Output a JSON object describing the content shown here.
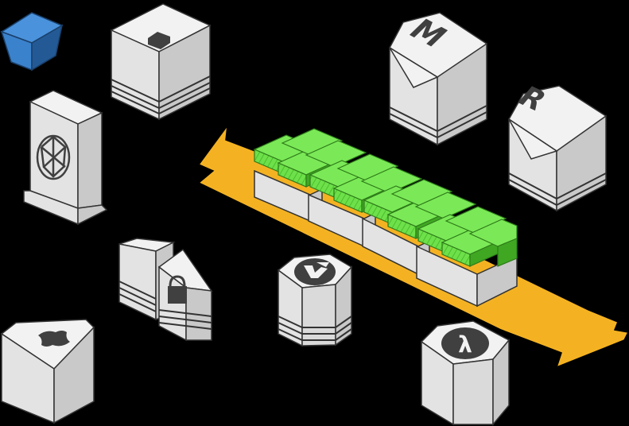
{
  "labels": {
    "mapreduce_letter": "M",
    "redshift_letter": "R",
    "lambda_symbol": "λ"
  },
  "colors": {
    "background": "#000000",
    "block_top": "#f2f2f2",
    "block_left": "#e3e3e3",
    "block_right": "#c9c9c9",
    "outline": "#333333",
    "icon_dark": "#404040",
    "stream_orange": "#f4b223",
    "shard_green": "#6ee04a",
    "shard_green_dark": "#3fa722",
    "bucket_blue": "#3b82cc",
    "bucket_blue_dark": "#235a96"
  },
  "icons": [
    "bucket-icon",
    "chip-icon",
    "globe-icon",
    "lock-icon",
    "badge-icon",
    "mapreduce-m-icon",
    "redshift-r-icon",
    "database-arrows-icon",
    "lambda-icon",
    "bidirectional-arrow-icon"
  ]
}
